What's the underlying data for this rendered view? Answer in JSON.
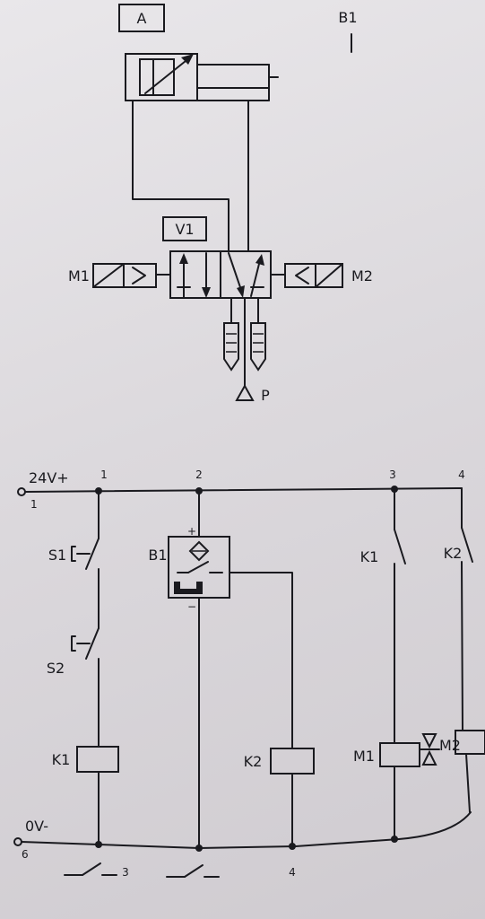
{
  "pneumatic": {
    "cylinder_label": "A",
    "sensor_label": "B1",
    "valve_label": "V1",
    "solenoid_left": "M1",
    "solenoid_right": "M2",
    "pressure_label": "P"
  },
  "electrical": {
    "supply_positive": "24V+",
    "supply_positive_node": "1",
    "supply_negative": "0V-",
    "supply_negative_node": "6",
    "column_numbers": [
      "1",
      "2",
      "3",
      "4"
    ],
    "switch_s1": "S1",
    "switch_s2": "S2",
    "sensor_b1": "B1",
    "sensor_plus": "+",
    "sensor_minus": "−",
    "relay_k1": "K1",
    "relay_k2": "K2",
    "contact_k1": "K1",
    "contact_k2": "K2",
    "coil_m1": "M1",
    "coil_m2": "M2",
    "footer_contact_ref_left": "3",
    "footer_contact_ref_right": "4"
  },
  "colors": {
    "ink": "#1a1a1f",
    "paper": "#dcd9dd"
  }
}
